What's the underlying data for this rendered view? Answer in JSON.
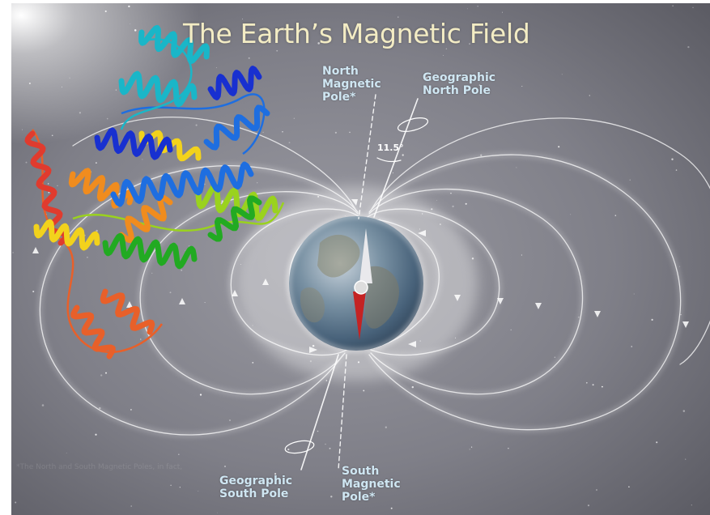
{
  "title": "The Earth’s Magnetic Field",
  "labels": {
    "north_magnetic_pole": [
      "North",
      "Magnetic",
      "Pole*"
    ],
    "geographic_north_pole": [
      "Geographic",
      "North Pole"
    ],
    "geographic_south_pole": [
      "Geographic",
      "South Pole"
    ],
    "south_magnetic_pole": [
      "South",
      "Magnetic",
      "Pole*"
    ],
    "tilt_angle": "11.5°"
  },
  "footnote": "*The North and South Magnetic Poles, in fact,",
  "colors": {
    "title": "#f3ecc4",
    "label": "#cfe6f2",
    "field_line": "#ffffff",
    "compass_south": "#cc2222",
    "background": "#7c7c83"
  },
  "protein_helix_colors": [
    "#e03b2e",
    "#e8602a",
    "#f08c1e",
    "#f2d21c",
    "#9ad21e",
    "#22aa22",
    "#1a8a5a",
    "#1ab6c8",
    "#1e6ee0",
    "#1830d0"
  ]
}
